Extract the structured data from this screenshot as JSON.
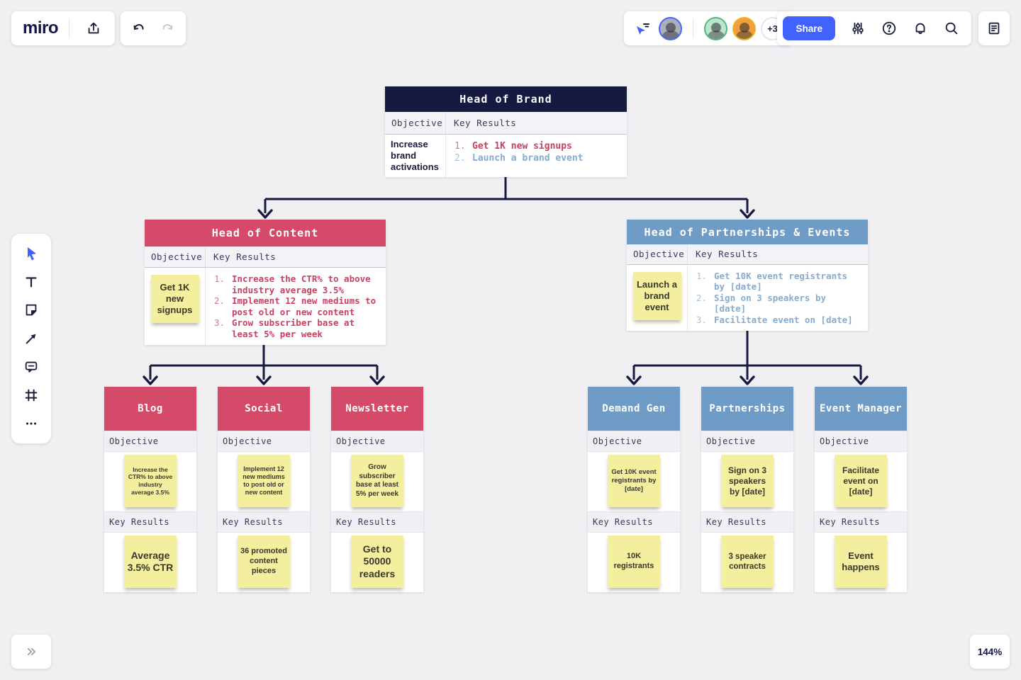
{
  "toolbar": {
    "logo": "miro",
    "share_label": "Share",
    "icons": [
      "export",
      "undo",
      "redo",
      "collab-cursors",
      "filters",
      "help",
      "notifications",
      "search",
      "notes"
    ]
  },
  "collaborators": {
    "more": "+3",
    "avatars": [
      {
        "name": "collaborator-1",
        "ring": "#4766F6"
      },
      {
        "name": "collaborator-2",
        "ring": "#4EB97F"
      },
      {
        "name": "collaborator-3",
        "ring": "#EFB229"
      }
    ]
  },
  "left_toolbar": {
    "tools": [
      "select",
      "text",
      "sticky-note",
      "arrow",
      "comment",
      "frame",
      "more"
    ]
  },
  "statusbar": {
    "zoom": "144%"
  },
  "labels": {
    "objective": "Objective",
    "key_results": "Key Results"
  },
  "org": {
    "root": {
      "title": "Head of Brand",
      "objective": "Increase brand activations",
      "key_results": [
        {
          "num": "1.",
          "text": "Get 1K new signups"
        },
        {
          "num": "2.",
          "text": "Launch a brand event"
        }
      ]
    },
    "managers": [
      {
        "title": "Head of Content",
        "objective_sticky": "Get 1K new signups",
        "key_results": [
          {
            "num": "1.",
            "text": "Increase the CTR% to above industry average 3.5%"
          },
          {
            "num": "2.",
            "text": "Implement 12 new mediums to post old or new content"
          },
          {
            "num": "3.",
            "text": "Grow subscriber base at least 5% per week"
          }
        ]
      },
      {
        "title": "Head of Partnerships & Events",
        "objective_sticky": "Launch a brand event",
        "key_results": [
          {
            "num": "1.",
            "text": "Get 10K event registrants by [date]"
          },
          {
            "num": "2.",
            "text": "Sign on 3 speakers by [date]"
          },
          {
            "num": "3.",
            "text": "Facilitate event on [date]"
          }
        ]
      }
    ],
    "teams": [
      {
        "title": "Blog",
        "objective": "Increase the CTR% to above industry average 3.5%",
        "key_result": "Average 3.5% CTR"
      },
      {
        "title": "Social",
        "objective": "Implement 12 new mediums to post old or new content",
        "key_result": "36 promoted content pieces"
      },
      {
        "title": "Newsletter",
        "objective": "Grow subscriber base at least 5% per week",
        "key_result": "Get to 50000 readers"
      },
      {
        "title": "Demand Gen",
        "objective": "Get 10K event registrants by [date]",
        "key_result": "10K registrants"
      },
      {
        "title": "Partnerships",
        "objective": "Sign on 3 speakers by [date]",
        "key_result": "3 speaker contracts"
      },
      {
        "title": "Event Manager",
        "objective": "Facilitate event on [date]",
        "key_result": "Event happens"
      }
    ]
  },
  "colors": {
    "navy": "#171A40",
    "red": "#D44A68",
    "blue": "#6F9CC6",
    "sticky_yellow": "#F4EE9F",
    "share_blue": "#4262FF",
    "kr_red": "#C84160",
    "kr_blue": "#86ABCE",
    "connector": "#171A40",
    "canvas": "#F0F0F2"
  }
}
